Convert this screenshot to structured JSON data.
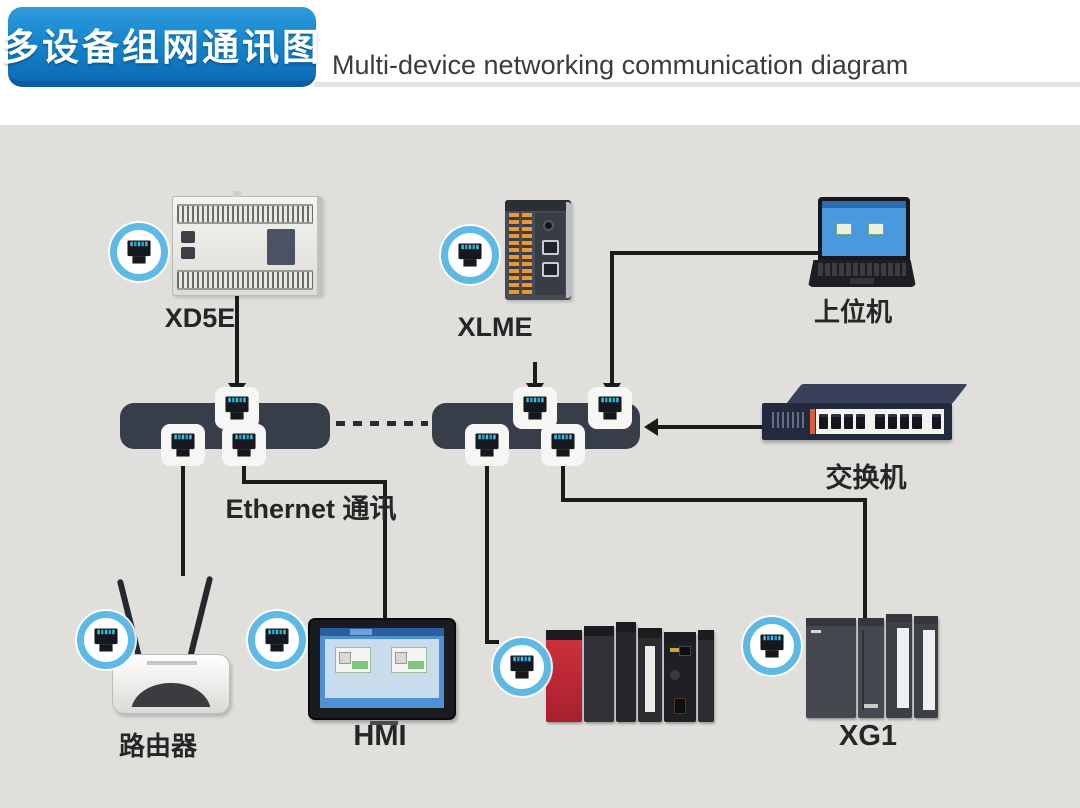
{
  "header": {
    "title_cn": "多设备组网通讯图",
    "title_en": "Multi-device networking communication diagram"
  },
  "connection_label": "Ethernet 通讯",
  "colors": {
    "accent_blue": "#1482c9",
    "badge_ring_blue": "#5fb9e5",
    "hub_dark": "#383d4a",
    "line_black": "#1b1b1b",
    "canvas_gray": "#e0dfdc",
    "rj45_pin_teal": "#38c5d8",
    "switch_navy": "#232a3d",
    "psu_red": "#c02b37"
  },
  "nodes": [
    {
      "id": "xd5e",
      "label": "XD5E",
      "type": "plc-controller"
    },
    {
      "id": "xlme",
      "label": "XLME",
      "type": "plc-controller"
    },
    {
      "id": "host",
      "label": "上位机",
      "type": "laptop-host"
    },
    {
      "id": "switch",
      "label": "交换机",
      "type": "ethernet-switch"
    },
    {
      "id": "router",
      "label": "路由器",
      "type": "wifi-router"
    },
    {
      "id": "hmi",
      "label": "HMI",
      "type": "hmi-touch-panel"
    },
    {
      "id": "plc_rack",
      "label": "",
      "type": "plc-rack"
    },
    {
      "id": "xg1",
      "label": "XG1",
      "type": "plc-controller"
    }
  ],
  "connections": [
    {
      "from": "xd5e",
      "to": "hub-left-top"
    },
    {
      "from": "router",
      "to": "hub-left-bottom-1"
    },
    {
      "from": "hmi",
      "to": "hub-left-bottom-2"
    },
    {
      "from": "xlme",
      "to": "hub-right-top-1"
    },
    {
      "from": "host",
      "to": "hub-right-top-2"
    },
    {
      "from": "switch",
      "to": "hub-right-side"
    },
    {
      "from": "plc_rack",
      "to": "hub-right-bottom-1"
    },
    {
      "from": "xg1",
      "to": "hub-right-bottom-2"
    },
    {
      "from": "hub-left",
      "to": "hub-right",
      "style": "dashed-continuation"
    }
  ],
  "icons": {
    "rj45": "rj45-ethernet-port-icon"
  }
}
